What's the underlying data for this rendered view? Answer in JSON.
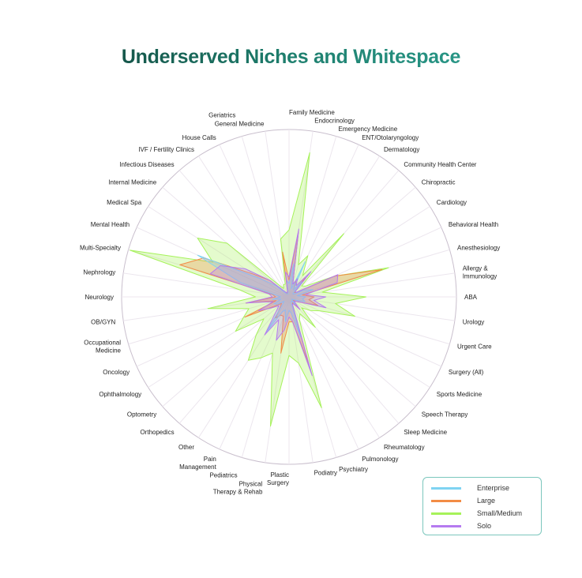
{
  "chart_data": {
    "type": "radar",
    "title": "Underserved Niches and Whitespace",
    "categories": [
      "ABA",
      "Allergy &\nImmunology",
      "Anesthesiology",
      "Behavioral Health",
      "Cardiology",
      "Chiropractic",
      "Community Health Center",
      "Dermatology",
      "ENT/Otolaryngology",
      "Emergency Medicine",
      "Endocrinology",
      "Family Medicine",
      "General Medicine",
      "Geriatrics",
      "House Calls",
      "IVF / Fertility Clinics",
      "Infectious Diseases",
      "Internal Medicine",
      "Medical Spa",
      "Mental Health",
      "Multi-Specialty",
      "Nephrology",
      "Neurology",
      "OB/GYN",
      "Occupational\nMedicine",
      "Oncology",
      "Ophthalmology",
      "Optometry",
      "Orthopedics",
      "Other",
      "Pain\nManagement",
      "Pediatrics",
      "Physical\nTherapy & Rehab",
      "Plastic\nSurgery",
      "Podiatry",
      "Psychiatry",
      "Pulmonology",
      "Rheumatology",
      "Sleep Medicine",
      "Speech Therapy",
      "Sports Medicine",
      "Surgery (All)",
      "Urgent Care",
      "Urology"
    ],
    "rmax": 100,
    "grid": true,
    "legend_position": "bottom-right",
    "series": [
      {
        "name": "Small/Medium",
        "color": "#a6f25a",
        "values": [
          46,
          20,
          62,
          30,
          12,
          10,
          50,
          15,
          27,
          20,
          87,
          40,
          35,
          8,
          8,
          6,
          10,
          49,
          65,
          50,
          99,
          30,
          20,
          49,
          25,
          30,
          38,
          20,
          30,
          45,
          40,
          35,
          78,
          35,
          40,
          69,
          15,
          12,
          24,
          10,
          15,
          20,
          41,
          28
        ]
      },
      {
        "name": "Large",
        "color": "#f28c45",
        "values": [
          15,
          8,
          58,
          30,
          5,
          4,
          15,
          5,
          10,
          8,
          40,
          10,
          27,
          3,
          3,
          2,
          4,
          15,
          25,
          56,
          68,
          10,
          8,
          26,
          8,
          29,
          10,
          6,
          8,
          15,
          12,
          12,
          34,
          15,
          15,
          42,
          5,
          4,
          10,
          3,
          5,
          8,
          18,
          12
        ]
      },
      {
        "name": "Enterprise",
        "color": "#7fd3f2",
        "values": [
          10,
          5,
          15,
          10,
          3,
          3,
          12,
          5,
          23,
          5,
          20,
          8,
          10,
          2,
          2,
          2,
          3,
          10,
          20,
          60,
          30,
          8,
          5,
          10,
          5,
          10,
          8,
          4,
          6,
          25,
          10,
          8,
          15,
          8,
          10,
          25,
          3,
          3,
          6,
          2,
          3,
          5,
          10,
          8
        ]
      },
      {
        "name": "Solo",
        "color": "#b57af0",
        "values": [
          22,
          10,
          30,
          32,
          5,
          5,
          20,
          8,
          12,
          8,
          41,
          12,
          15,
          3,
          3,
          3,
          5,
          15,
          31,
          45,
          49,
          12,
          10,
          26,
          10,
          20,
          12,
          8,
          12,
          27,
          15,
          27,
          20,
          12,
          15,
          49,
          5,
          5,
          10,
          4,
          5,
          8,
          23,
          15
        ]
      }
    ]
  },
  "legend": [
    {
      "label": "Enterprise",
      "color": "#7fd3f2"
    },
    {
      "label": "Large",
      "color": "#f28c45"
    },
    {
      "label": "Small/Medium",
      "color": "#a6f25a"
    },
    {
      "label": "Solo",
      "color": "#b57af0"
    }
  ]
}
